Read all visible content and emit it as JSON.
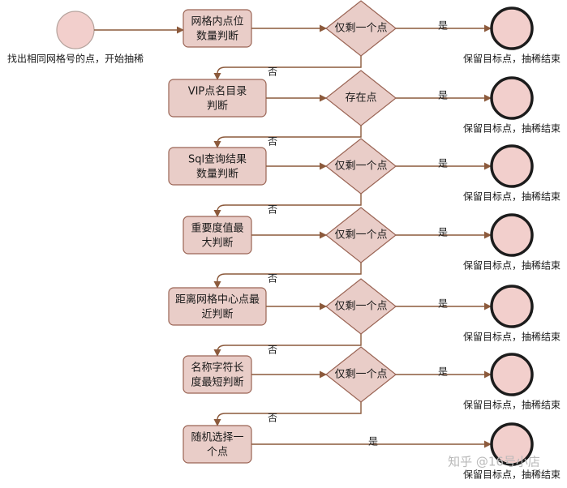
{
  "start": {
    "label": "找出相同网格号的点，开始抽稀"
  },
  "steps": [
    {
      "process": [
        "网格内点位",
        "数量判断"
      ],
      "decision": "仅剩一个点",
      "yes_label": "是",
      "no_label": "否",
      "end_label": "保留目标点，抽稀结束"
    },
    {
      "process": [
        "VIP点名目录",
        "判断"
      ],
      "decision": "存在点",
      "yes_label": "是",
      "no_label": "否",
      "end_label": "保留目标点，抽稀结束"
    },
    {
      "process": [
        "Sql查询结果",
        "数量判断"
      ],
      "decision": "仅剩一个点",
      "yes_label": "是",
      "no_label": "否",
      "end_label": "保留目标点，抽稀结束"
    },
    {
      "process": [
        "重要度值最",
        "大判断"
      ],
      "decision": "仅剩一个点",
      "yes_label": "是",
      "no_label": "否",
      "end_label": "保留目标点，抽稀结束"
    },
    {
      "process": [
        "距离网格中心点最",
        "近判断"
      ],
      "decision": "仅剩一个点",
      "yes_label": "是",
      "no_label": "否",
      "end_label": "保留目标点，抽稀结束"
    },
    {
      "process": [
        "名称字符长",
        "度最短判断"
      ],
      "decision": "仅剩一个点",
      "yes_label": "是",
      "no_label": "否",
      "end_label": "保留目标点，抽稀结束"
    }
  ],
  "final": {
    "process": [
      "随机选择一",
      "个点"
    ],
    "yes_label": "是",
    "end_label": "保留目标点，抽稀结束"
  },
  "watermark": "知乎 @16号小店",
  "colors": {
    "box_fill": "#e9cdc8",
    "box_stroke": "#9a6454",
    "line": "#8c5a3c",
    "circle_fill": "#f2cfcc",
    "circle_stroke": "#1c1c1c"
  }
}
